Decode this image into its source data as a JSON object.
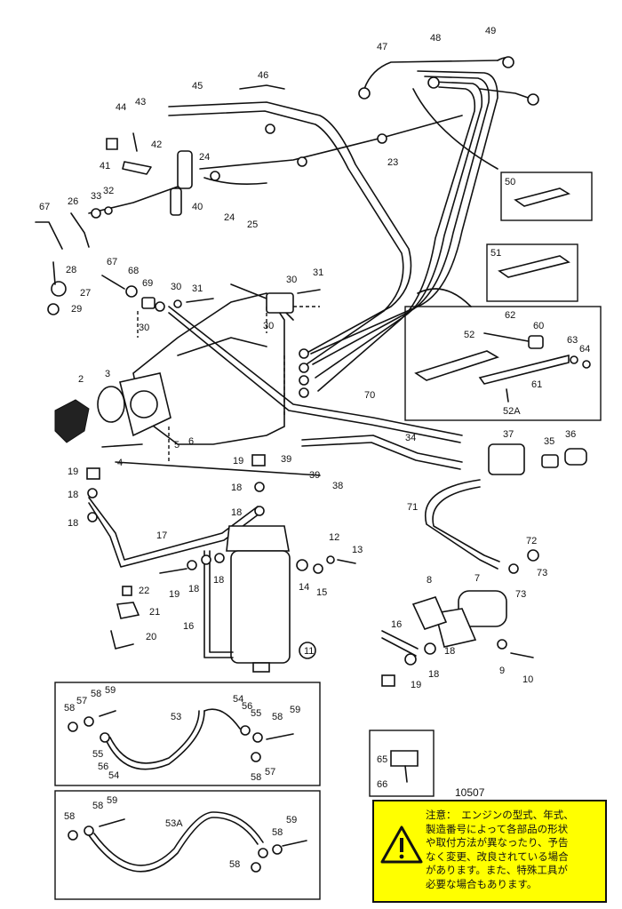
{
  "diagram_id": "10507",
  "labels": [
    {
      "key": "47",
      "text": "47"
    },
    {
      "key": "48",
      "text": "48"
    },
    {
      "key": "49",
      "text": "49"
    },
    {
      "key": "46",
      "text": "46"
    },
    {
      "key": "45",
      "text": "45"
    },
    {
      "key": "44",
      "text": "44"
    },
    {
      "key": "43",
      "text": "43"
    },
    {
      "key": "42",
      "text": "42"
    },
    {
      "key": "41",
      "text": "41"
    },
    {
      "key": "24a",
      "text": "24"
    },
    {
      "key": "23",
      "text": "23"
    },
    {
      "key": "24b",
      "text": "24"
    },
    {
      "key": "25",
      "text": "25"
    },
    {
      "key": "40",
      "text": "40"
    },
    {
      "key": "33",
      "text": "33"
    },
    {
      "key": "32",
      "text": "32"
    },
    {
      "key": "26",
      "text": "26"
    },
    {
      "key": "67a",
      "text": "67"
    },
    {
      "key": "50",
      "text": "50"
    },
    {
      "key": "51",
      "text": "51"
    },
    {
      "key": "28",
      "text": "28"
    },
    {
      "key": "27",
      "text": "27"
    },
    {
      "key": "29",
      "text": "29"
    },
    {
      "key": "67b",
      "text": "67"
    },
    {
      "key": "68",
      "text": "68"
    },
    {
      "key": "69",
      "text": "69"
    },
    {
      "key": "30a",
      "text": "30"
    },
    {
      "key": "31a",
      "text": "31"
    },
    {
      "key": "30b",
      "text": "30"
    },
    {
      "key": "31b",
      "text": "31"
    },
    {
      "key": "30c",
      "text": "30"
    },
    {
      "key": "30d",
      "text": "30"
    },
    {
      "key": "62",
      "text": "62"
    },
    {
      "key": "60",
      "text": "60"
    },
    {
      "key": "52",
      "text": "52"
    },
    {
      "key": "63",
      "text": "63"
    },
    {
      "key": "64",
      "text": "64"
    },
    {
      "key": "61",
      "text": "61"
    },
    {
      "key": "52A",
      "text": "52A"
    },
    {
      "key": "2",
      "text": "2"
    },
    {
      "key": "3",
      "text": "3"
    },
    {
      "key": "70",
      "text": "70"
    },
    {
      "key": "4",
      "text": "4"
    },
    {
      "key": "5",
      "text": "5"
    },
    {
      "key": "6",
      "text": "6"
    },
    {
      "key": "34",
      "text": "34"
    },
    {
      "key": "37",
      "text": "37"
    },
    {
      "key": "35",
      "text": "35"
    },
    {
      "key": "36",
      "text": "36"
    },
    {
      "key": "39a",
      "text": "39"
    },
    {
      "key": "39b",
      "text": "39"
    },
    {
      "key": "38",
      "text": "38"
    },
    {
      "key": "19a",
      "text": "19"
    },
    {
      "key": "19b",
      "text": "19"
    },
    {
      "key": "18a",
      "text": "18"
    },
    {
      "key": "18b",
      "text": "18"
    },
    {
      "key": "18c",
      "text": "18"
    },
    {
      "key": "18d",
      "text": "18"
    },
    {
      "key": "71",
      "text": "71"
    },
    {
      "key": "17",
      "text": "17"
    },
    {
      "key": "12",
      "text": "12"
    },
    {
      "key": "13",
      "text": "13"
    },
    {
      "key": "72",
      "text": "72"
    },
    {
      "key": "73a",
      "text": "73"
    },
    {
      "key": "19c",
      "text": "19"
    },
    {
      "key": "18e",
      "text": "18"
    },
    {
      "key": "18f",
      "text": "18"
    },
    {
      "key": "14",
      "text": "14"
    },
    {
      "key": "15",
      "text": "15"
    },
    {
      "key": "8",
      "text": "8"
    },
    {
      "key": "7",
      "text": "7"
    },
    {
      "key": "73b",
      "text": "73"
    },
    {
      "key": "22",
      "text": "22"
    },
    {
      "key": "21",
      "text": "21"
    },
    {
      "key": "20",
      "text": "20"
    },
    {
      "key": "16a",
      "text": "16"
    },
    {
      "key": "11",
      "text": "11"
    },
    {
      "key": "16b",
      "text": "16"
    },
    {
      "key": "18g",
      "text": "18"
    },
    {
      "key": "18h",
      "text": "18"
    },
    {
      "key": "9",
      "text": "9"
    },
    {
      "key": "10",
      "text": "10"
    },
    {
      "key": "19d",
      "text": "19"
    },
    {
      "key": "58a",
      "text": "58"
    },
    {
      "key": "57a",
      "text": "57"
    },
    {
      "key": "58b",
      "text": "58"
    },
    {
      "key": "59a",
      "text": "59"
    },
    {
      "key": "53",
      "text": "53"
    },
    {
      "key": "54a",
      "text": "54"
    },
    {
      "key": "56a",
      "text": "56"
    },
    {
      "key": "55a",
      "text": "55"
    },
    {
      "key": "58c",
      "text": "58"
    },
    {
      "key": "59b",
      "text": "59"
    },
    {
      "key": "55b",
      "text": "55"
    },
    {
      "key": "56b",
      "text": "56"
    },
    {
      "key": "54b",
      "text": "54"
    },
    {
      "key": "57b",
      "text": "57"
    },
    {
      "key": "58d",
      "text": "58"
    },
    {
      "key": "65",
      "text": "65"
    },
    {
      "key": "66",
      "text": "66"
    },
    {
      "key": "58e",
      "text": "58"
    },
    {
      "key": "58f",
      "text": "58"
    },
    {
      "key": "59c",
      "text": "59"
    },
    {
      "key": "53A",
      "text": "53A"
    },
    {
      "key": "59d",
      "text": "59"
    },
    {
      "key": "58g",
      "text": "58"
    },
    {
      "key": "58h",
      "text": "58"
    }
  ],
  "notice": {
    "text": "注意：　エンジンの型式、年式、\n製造番号によって各部品の形状\nや取付方法が異なったり、予告\nなく変更、改良されている場合\nがあります。また、特殊工具が\n必要な場合もあります。",
    "background": "#ffff00"
  }
}
